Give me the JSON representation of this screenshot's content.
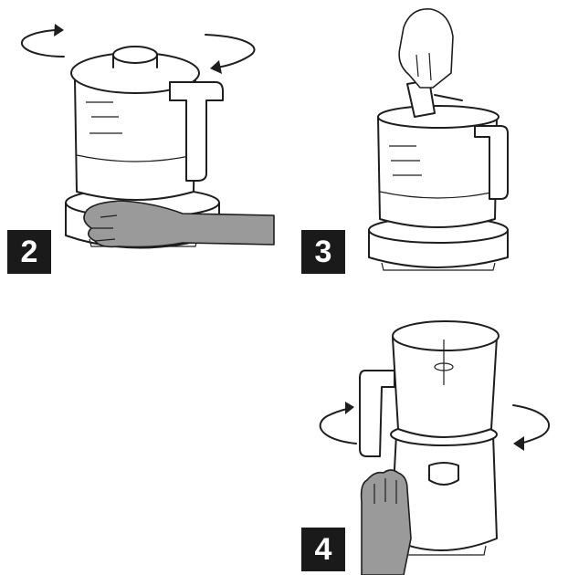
{
  "steps": [
    {
      "number": "2"
    },
    {
      "number": "3"
    },
    {
      "number": "4"
    }
  ]
}
